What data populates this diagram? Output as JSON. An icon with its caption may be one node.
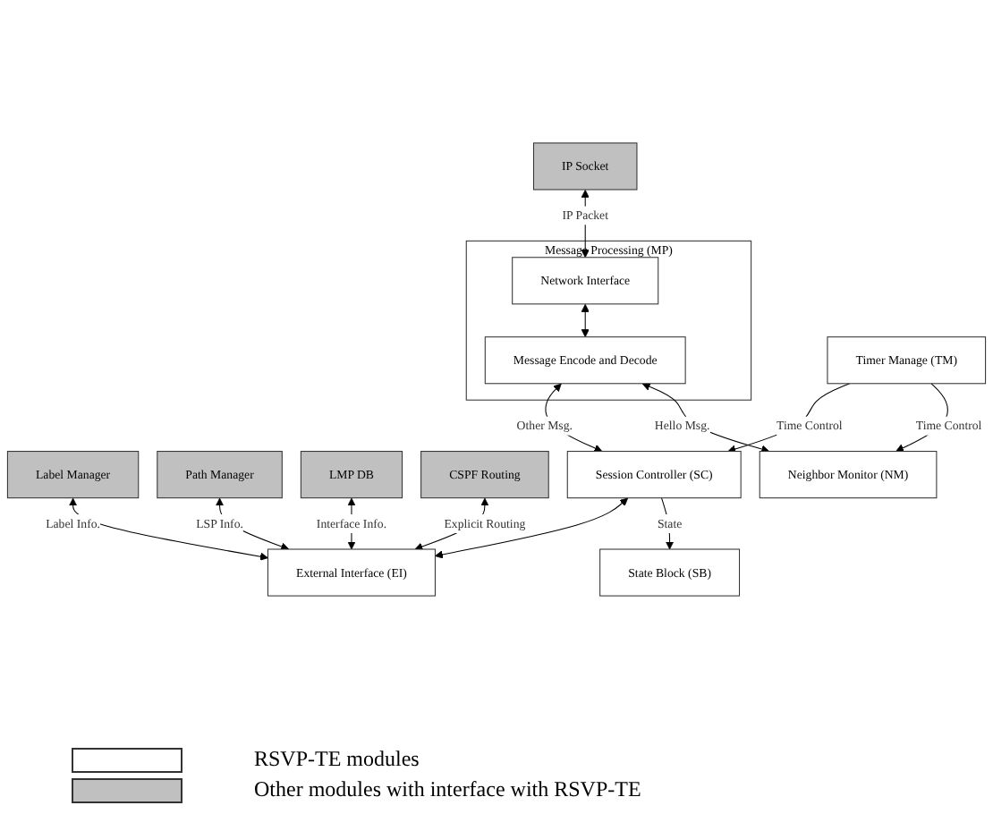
{
  "diagram": {
    "nodes": [
      {
        "text": [
          "Label Manager"
        ]
      },
      {
        "text": [
          "Path Manager"
        ]
      },
      {
        "text": [
          "LMP DB"
        ]
      },
      {
        "text": [
          "CSPF Routing"
        ]
      },
      {
        "text": [
          "IP Socket"
        ]
      },
      {
        "text": [
          "External Interface (EI)"
        ]
      },
      {
        "text": [
          "Message Processing (MP)"
        ]
      },
      {
        "text": [
          "Network Interface"
        ],
        "in": 6
      },
      {
        "text": [
          "Message Encode and Decode"
        ],
        "in": 6
      },
      {
        "text": [
          "Timer Manage (TM)"
        ]
      },
      {
        "text": [
          "State Block (SB)"
        ]
      },
      {
        "text": [
          "Session Controller (SC)"
        ]
      },
      {
        "text": [
          "Neighbor Monitor (NM)"
        ]
      }
    ],
    "edges": [
      {
        "from": 0,
        "to": 5,
        "arrow": "both",
        "label": "Label Info."
      },
      {
        "from": 1,
        "to": 5,
        "arrow": "both",
        "label": "LSP Info."
      },
      {
        "from": 2,
        "to": 5,
        "arrow": "both",
        "label": "Interface Info."
      },
      {
        "from": 3,
        "to": 5,
        "arrow": "both",
        "label": "Explicit Routing"
      },
      {
        "from": 4,
        "to": 7,
        "arrow": "both",
        "label": "IP Packet"
      },
      {
        "from": 7,
        "to": 8,
        "arrow": "both"
      },
      {
        "from": 11,
        "to": 5,
        "arrow": "both"
      },
      {
        "from": 9,
        "to": 11,
        "arrow": "to",
        "label": "Time Control"
      },
      {
        "from": 9,
        "to": 12,
        "arrow": "to",
        "label": "Time Control"
      },
      {
        "from": 8,
        "to": 11,
        "arrow": "both",
        "label": "Other Msg."
      },
      {
        "from": 8,
        "to": 12,
        "arrow": "both",
        "label": "Hello Msg."
      },
      {
        "from": 11,
        "to": 10,
        "arrow": "to",
        "label": "State"
      }
    ],
    "legend": [
      {
        "text": "RSVP-TE modules",
        "color": "#ffffff"
      },
      {
        "text": "Other modules with interface with RSVP-TE",
        "color": "#c0c0c0"
      }
    ]
  }
}
